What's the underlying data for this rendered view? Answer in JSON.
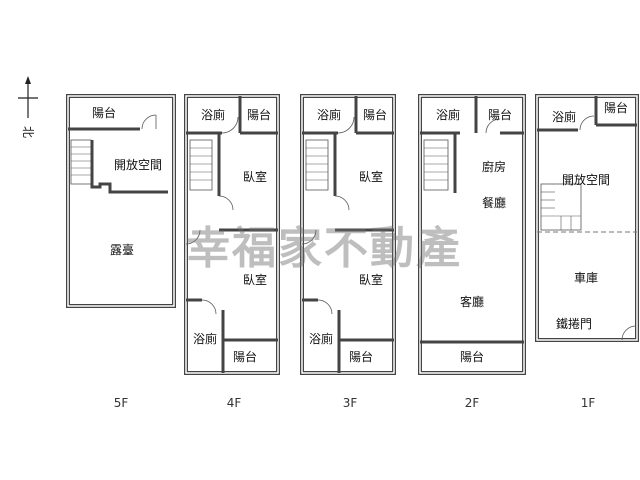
{
  "compass": {
    "label": "北"
  },
  "watermark": "幸福家不動產",
  "floors": [
    {
      "id": "5F",
      "label": "5F",
      "rooms": [
        "陽台",
        "開放空間",
        "露臺"
      ]
    },
    {
      "id": "4F",
      "label": "4F",
      "rooms": [
        "浴廁",
        "陽台",
        "臥室",
        "臥室",
        "浴廁",
        "陽台"
      ]
    },
    {
      "id": "3F",
      "label": "3F",
      "rooms": [
        "浴廁",
        "陽台",
        "臥室",
        "臥室",
        "浴廁",
        "陽台"
      ]
    },
    {
      "id": "2F",
      "label": "2F",
      "rooms": [
        "浴廁",
        "陽台",
        "廚房",
        "餐廳",
        "客廳",
        "陽台"
      ]
    },
    {
      "id": "1F",
      "label": "1F",
      "rooms": [
        "浴廁",
        "陽台",
        "開放空間",
        "車庫",
        "鐵捲門"
      ]
    }
  ]
}
